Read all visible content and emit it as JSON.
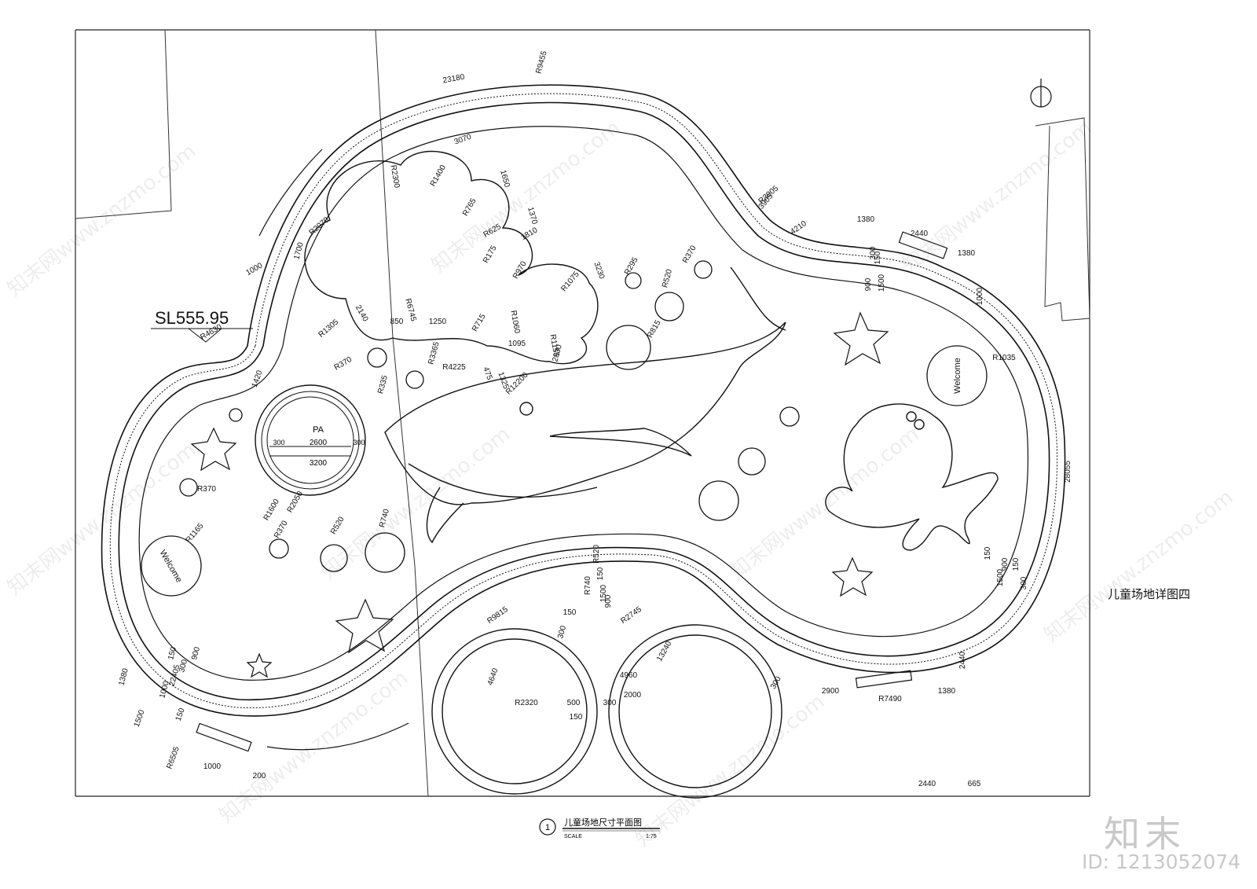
{
  "sheet": {
    "side_title": "儿童场地详图四",
    "drawing_number": "1",
    "drawing_title": "儿童场地尺寸平面图",
    "scale_label": "SCALE",
    "scale_value": "1:75",
    "elevation": "SL555.95",
    "brand": "知末",
    "brand_id": "ID: 1213052074",
    "watermark": "知末网www.znzmo.com"
  },
  "pool_label": {
    "pa": "PA",
    "d1": "2600",
    "d2": "3200",
    "left": "300",
    "right": "300"
  },
  "welcome": [
    "Welcome",
    "Welcome"
  ],
  "dimensions": [
    "R9455",
    "23180",
    "3905",
    "R2300",
    "R1400",
    "3070",
    "1650",
    "R765",
    "1370",
    "R625",
    "1810",
    "R175",
    "R970",
    "R1075",
    "3230",
    "R295",
    "R520",
    "R370",
    "R2070",
    "1700",
    "1000",
    "R4630",
    "R1305",
    "2140",
    "850",
    "R6745",
    "1250",
    "R715",
    "R1060",
    "1095",
    "R1155",
    "2830",
    "R3365",
    "R4225",
    "475",
    "1325",
    "R12200",
    "R815",
    "R370",
    "R335",
    "1420",
    "R3905",
    "4210",
    "1380",
    "2440",
    "1380",
    "300",
    "1000",
    "900",
    "150",
    "1500",
    "R1035",
    "28055",
    "150",
    "900",
    "1500",
    "150",
    "300",
    "R1600",
    "R370",
    "R2050",
    "R520",
    "R740",
    "R370",
    "R1165",
    "R520",
    "R740",
    "150",
    "1500",
    "900",
    "150",
    "300",
    "13240",
    "R9815",
    "R2745",
    "4640",
    "4960",
    "R2320",
    "500",
    "300",
    "2000",
    "150",
    "300",
    "2900",
    "R7490",
    "1380",
    "2440",
    "1380",
    "1000",
    "22405",
    "300",
    "150",
    "900",
    "1500",
    "150",
    "R6505",
    "1000",
    "200",
    "2440",
    "665"
  ]
}
